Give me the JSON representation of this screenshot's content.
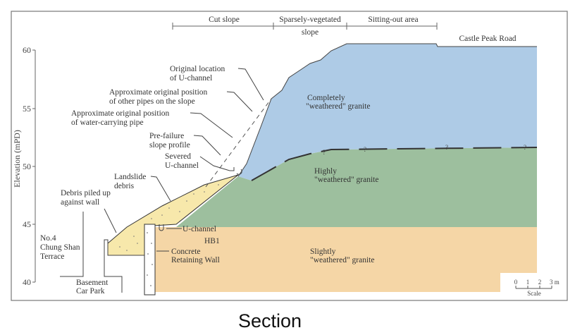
{
  "title": "Section",
  "axis": {
    "label": "Elevation (mPD)",
    "ticks": [
      "60",
      "55",
      "50",
      "45",
      "40"
    ]
  },
  "zones": {
    "cut_slope": "Cut slope",
    "sparse_1": "Sparsely-vegetated",
    "sparse_2": "slope",
    "sitting_out": "Sitting-out area"
  },
  "road": "Castle Peak Road",
  "layers": {
    "completely": [
      "Completely",
      "\"weathered\" granite"
    ],
    "highly": [
      "Highly",
      "\"weathered\" granite"
    ],
    "slightly": [
      "Slightly",
      "\"weathered\" granite"
    ]
  },
  "annotations": {
    "orig_uchannel": [
      "Original location",
      "of U-channel"
    ],
    "other_pipes": [
      "Approximate original position",
      "of other pipes on the slope"
    ],
    "water_pipe": [
      "Approximate original position",
      "of water-carrying pipe"
    ],
    "prefailure": [
      "Pre-failure",
      "slope profile"
    ],
    "severed": [
      "Severed",
      "U-channel"
    ],
    "landslide": [
      "Landslide",
      "debris"
    ],
    "debris_wall": [
      "Debris piled up",
      "against wall"
    ],
    "terrace": [
      "No.4",
      "Chung Shan",
      "Terrace"
    ],
    "carpark": [
      "Basement",
      "Car Park"
    ],
    "uchannel": "U-channel",
    "hb1": "HB1",
    "retaining": [
      "Concrete",
      "Retaining Wall"
    ],
    "unknown_marker": "?"
  },
  "scale": {
    "ticks": [
      "0",
      "1",
      "2",
      "3 m"
    ],
    "label": "Scale"
  },
  "colors": {
    "completely": "#aecbe6",
    "highly": "#9dbf9e",
    "slightly": "#f5d6a6",
    "debris": "#f7e8ab"
  }
}
